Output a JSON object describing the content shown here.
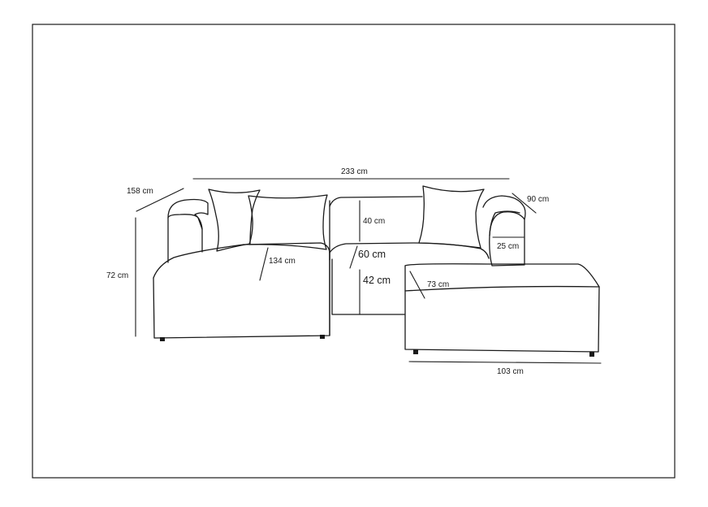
{
  "dimensions": {
    "total_width": "233 cm",
    "chaise_depth": "158 cm",
    "arm_depth": "90 cm",
    "height": "72 cm",
    "back_height": "40 cm",
    "seat_depth": "134 cm",
    "seat_depth_inner": "60 cm",
    "seat_height": "42 cm",
    "arm_width": "25 cm",
    "ottoman_depth": "73 cm",
    "ottoman_width": "103 cm"
  }
}
